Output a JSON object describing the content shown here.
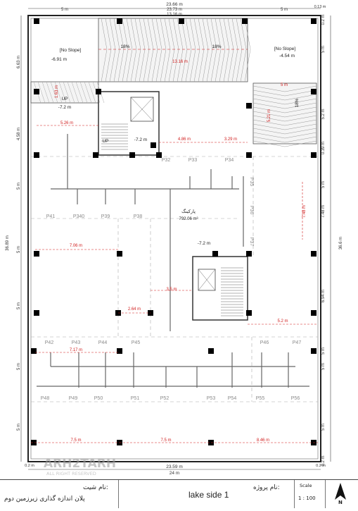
{
  "watermark": {
    "brand": "ARH2TARH",
    "tagline": "ALL RIGHT RESERVED"
  },
  "dimensions": {
    "top_total": "23.66 m",
    "top_inner": "23.73 m",
    "top_inner2": "13.16 m",
    "top_left": "5 m",
    "top_right": "5 m",
    "top_edge": "0.13 m",
    "bottom_total": "23.59 m",
    "bottom_total2": "24 m",
    "bottom_edge_l": "0.2 m",
    "bottom_edge_r": "0.2 m",
    "left_total": "36.89 m",
    "right_total": "36.6 m",
    "left_segments": [
      "6.63 m",
      "4.58 m",
      "5 m",
      "5 m",
      "5 m",
      "5 m",
      "5 m"
    ],
    "right_segments": [
      "0.2 m",
      "5 m",
      "5.2 m",
      "0.39 m",
      "5 m",
      "7.48 m",
      "6.94 m",
      "5 m",
      "5 m",
      "5 m",
      "0.2 m"
    ]
  },
  "annotations": {
    "no_slope_left": "[No Slope]",
    "no_slope_right": "[No Slope]",
    "elev_left": "-6.91 m",
    "elev_right": "-4.54 m",
    "elev_stair": "-7.2 m",
    "elev_lift": "-7.2 m",
    "elev_core": "-7.2 m",
    "slope_a": "18%",
    "slope_b": "18%",
    "slope_c": "18%",
    "ramp_len": "13.16 m",
    "up_a": "UP",
    "up_b": "UP",
    "area_label": "پارکینگ",
    "area_value": "792.06 m²"
  },
  "red_dims": [
    "1.63 m",
    "5.26 m",
    "4.86 m",
    "3.29 m",
    "5.21 m",
    "5 m",
    "7.48 m",
    "7.06 m",
    "2.64 m",
    "3.5 m",
    "5.2 m",
    "7.17 m",
    "7.5 m",
    "7.5 m",
    "8.46 m"
  ],
  "parking_labels": {
    "row1": [
      "P32",
      "P33",
      "P34"
    ],
    "side": [
      "P35",
      "P36",
      "P37"
    ],
    "row2": [
      "P41",
      "P340",
      "P39",
      "P38"
    ],
    "row3": [
      "P42",
      "P43",
      "P44",
      "P45",
      "P46",
      "P47"
    ],
    "row4": [
      "P48",
      "P49",
      "P50",
      "P51",
      "P52",
      "P53",
      "P54",
      "P55",
      "P56"
    ]
  },
  "title_block": {
    "sheet_label": "نام شیت:",
    "sheet_name": "پلان اندازه گذاری زیرزمین دوم",
    "project_label": "نام پروژه:",
    "project_name": "lake side 1",
    "scale_label": "Scale",
    "scale_value": "1 : 100",
    "north": "N"
  }
}
